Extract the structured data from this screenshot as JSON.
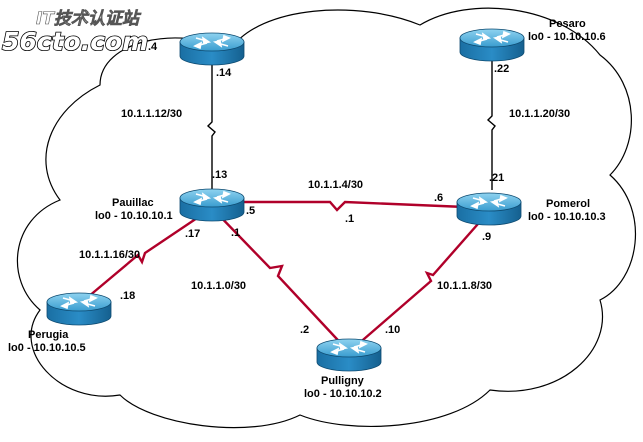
{
  "watermark": {
    "cn": "IT技术认证站",
    "en": "56cto.com"
  },
  "routers": [
    {
      "id": "topleft",
      "name": "",
      "loopback": ".4"
    },
    {
      "id": "pesaro",
      "name": "Pesaro",
      "loopback": "lo0 - 10.10.10.6"
    },
    {
      "id": "pauillac",
      "name": "Pauillac",
      "loopback": "lo0 - 10.10.10.1"
    },
    {
      "id": "pomerol",
      "name": "Pomerol",
      "loopback": "lo0 - 10.10.10.3"
    },
    {
      "id": "perugia",
      "name": "Perugia",
      "loopback": "lo0 - 10.10.10.5"
    },
    {
      "id": "pulligny",
      "name": "Pulligny",
      "loopback": "lo0 - 10.10.10.2"
    }
  ],
  "links": [
    {
      "id": "tl-pau",
      "subnet": "10.1.1.12/30",
      "end_a": ".14",
      "end_b": ".13"
    },
    {
      "id": "pes-pom",
      "subnet": "10.1.1.20/30",
      "end_a": ".22",
      "end_b": ".21"
    },
    {
      "id": "pau-pom",
      "subnet": "10.1.1.4/30",
      "end_a": ".5",
      "end_b": ".6",
      "mid": ".1"
    },
    {
      "id": "pau-per",
      "subnet": "10.1.1.16/30",
      "end_a": ".17",
      "end_b": ".18"
    },
    {
      "id": "pau-pul",
      "subnet": "10.1.1.0/30",
      "end_a": ".1",
      "end_b": ".2"
    },
    {
      "id": "pom-pul",
      "subnet": "10.1.1.8/30",
      "end_a": ".9",
      "end_b": ".10"
    }
  ],
  "colors": {
    "serial_red": "#b0002a",
    "serial_black": "#000000",
    "router_body": "#1f7fb5",
    "router_top": "#58b4de"
  }
}
